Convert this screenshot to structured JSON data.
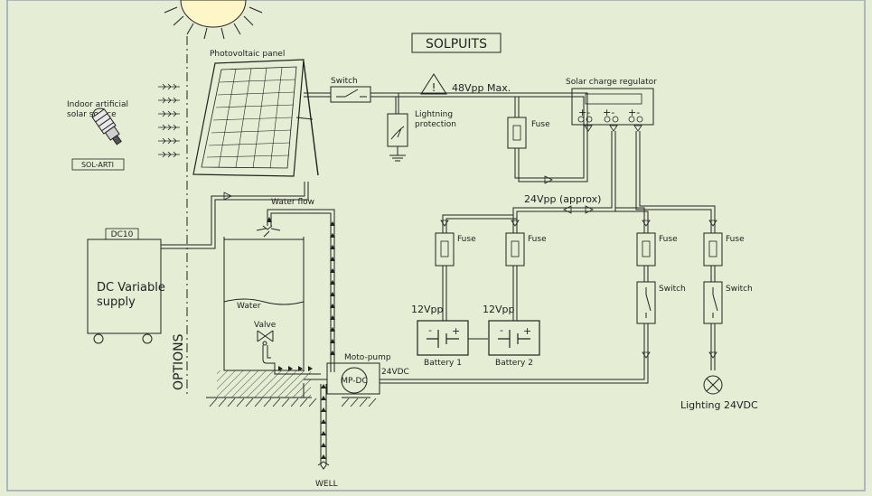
{
  "title": "SOLPUITS",
  "colors": {
    "background": "#e5edd4",
    "border": "#9aa7b7",
    "stroke": "#222222",
    "sun": "#fff6c8"
  },
  "labels": {
    "photovoltaic_panel": "Photovoltaic panel",
    "indoor_source_line1": "Indoor artificial",
    "indoor_source_line2": "solar source",
    "sol_arti": "SOL-ARTI",
    "switch_main": "Switch",
    "max_voltage": "48Vpp Max.",
    "lightning_line1": "Lightning",
    "lightning_line2": "protection",
    "fuse_main": "Fuse",
    "regulator": "Solar charge regulator",
    "regulator_signs": [
      "+-",
      "+-",
      "+-"
    ],
    "bus_voltage": "24Vpp (approx)",
    "fuse_labels": [
      "Fuse",
      "Fuse",
      "Fuse",
      "Fuse"
    ],
    "switch_labels": [
      "Switch",
      "Switch"
    ],
    "battery_voltages": [
      "12Vpp",
      "12Vpp"
    ],
    "battery_names": [
      "Battery 1",
      "Battery 2"
    ],
    "lighting": "Lighting 24VDC",
    "dc10": "DC10",
    "dc_supply_line1": "DC Variable",
    "dc_supply_line2": "supply",
    "options": "OPTIONS",
    "water_flow": "Water flow",
    "water": "Water",
    "valve": "Valve",
    "moto_pump": "Moto-pump",
    "mp_dc": "MP-DC",
    "pump_voltage": "24VDC",
    "well": "WELL",
    "warning_symbol": "!"
  },
  "icons": [
    "sun-icon",
    "lamp-icon",
    "warning-icon",
    "ground-icon",
    "battery-icon",
    "bulb-icon",
    "valve-icon",
    "arrow-icon"
  ]
}
